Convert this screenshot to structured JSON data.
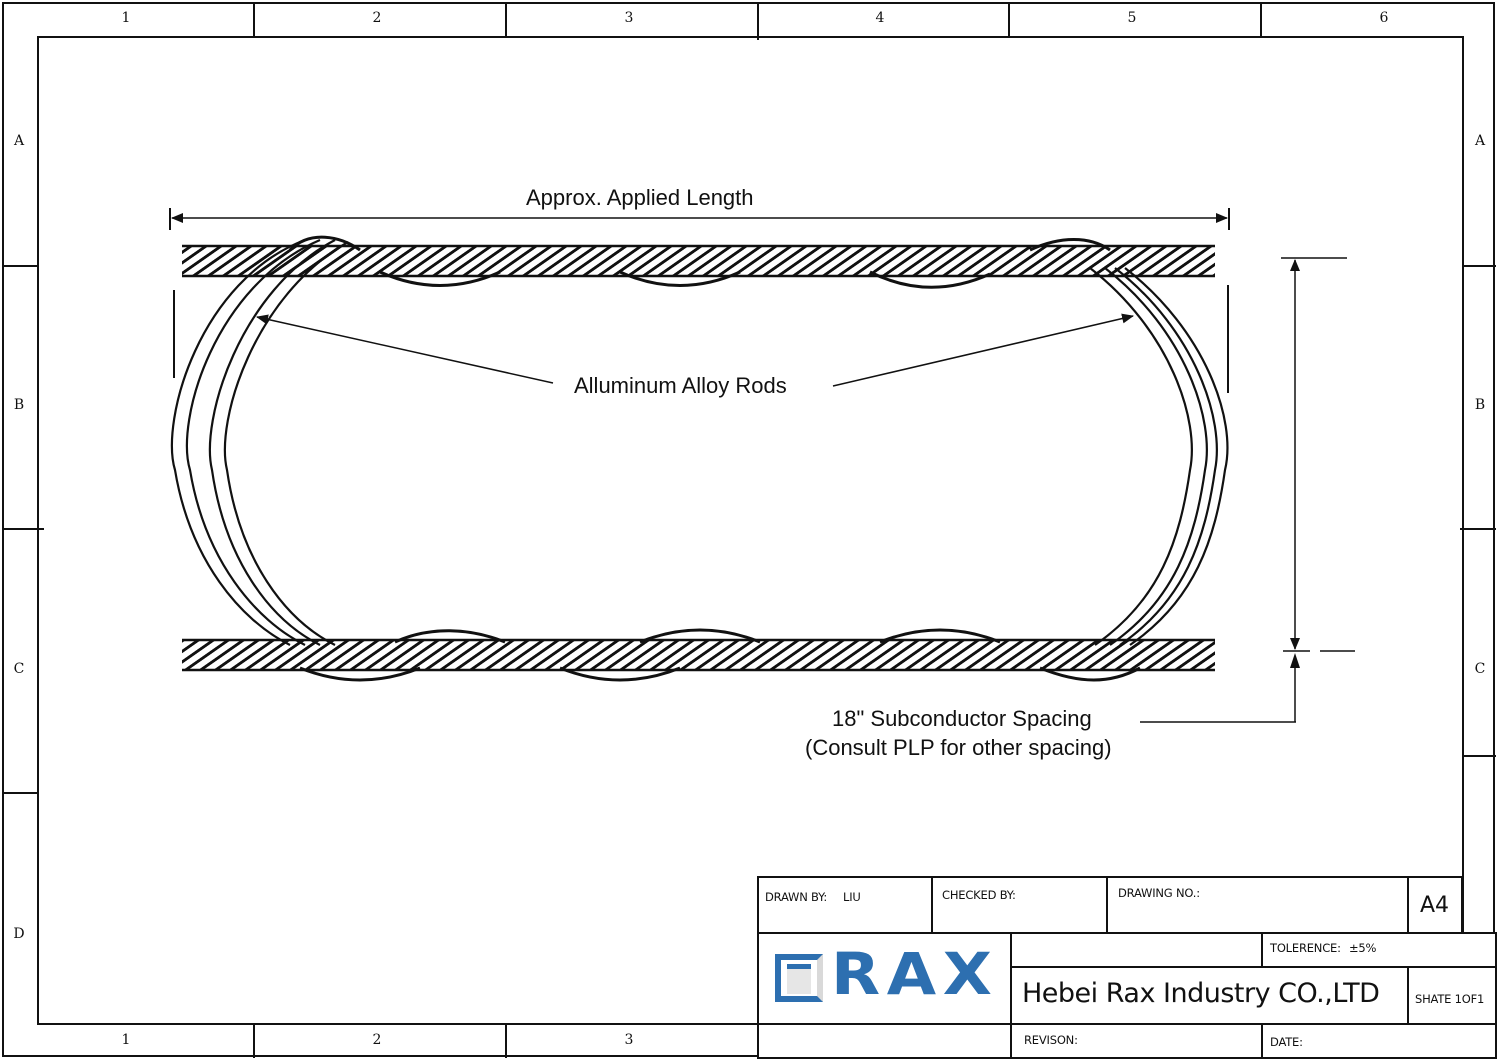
{
  "sheet": {
    "columns": [
      "1",
      "2",
      "3",
      "4",
      "5",
      "6"
    ],
    "rows": [
      "A",
      "B",
      "C",
      "D"
    ],
    "bottom_columns": [
      "1",
      "2",
      "3"
    ]
  },
  "drawing": {
    "annotations": {
      "applied_length": "Approx. Applied Length",
      "rods": "Alluminum Alloy Rods",
      "spacing_line1": "18\" Subconductor Spacing",
      "spacing_line2": "(Consult PLP for other spacing)"
    }
  },
  "title_block": {
    "drawn_by_label": "DRAWN BY:",
    "drawn_by_value": "LIU",
    "checked_by_label": "CHECKED BY:",
    "checked_by_value": "",
    "drawing_no_label": "DRAWING NO.:",
    "drawing_no_value": "",
    "size": "A4",
    "tolerance_label": "TOLERENCE:",
    "tolerance_value": "±5%",
    "company": "Hebei Rax Industry CO.,LTD",
    "sheet": "SHATE 1OF1",
    "revision_label": "REVISON:",
    "date_label": "DATE:",
    "logo_text": "RAX",
    "logo_color": "#2d6fb0"
  }
}
